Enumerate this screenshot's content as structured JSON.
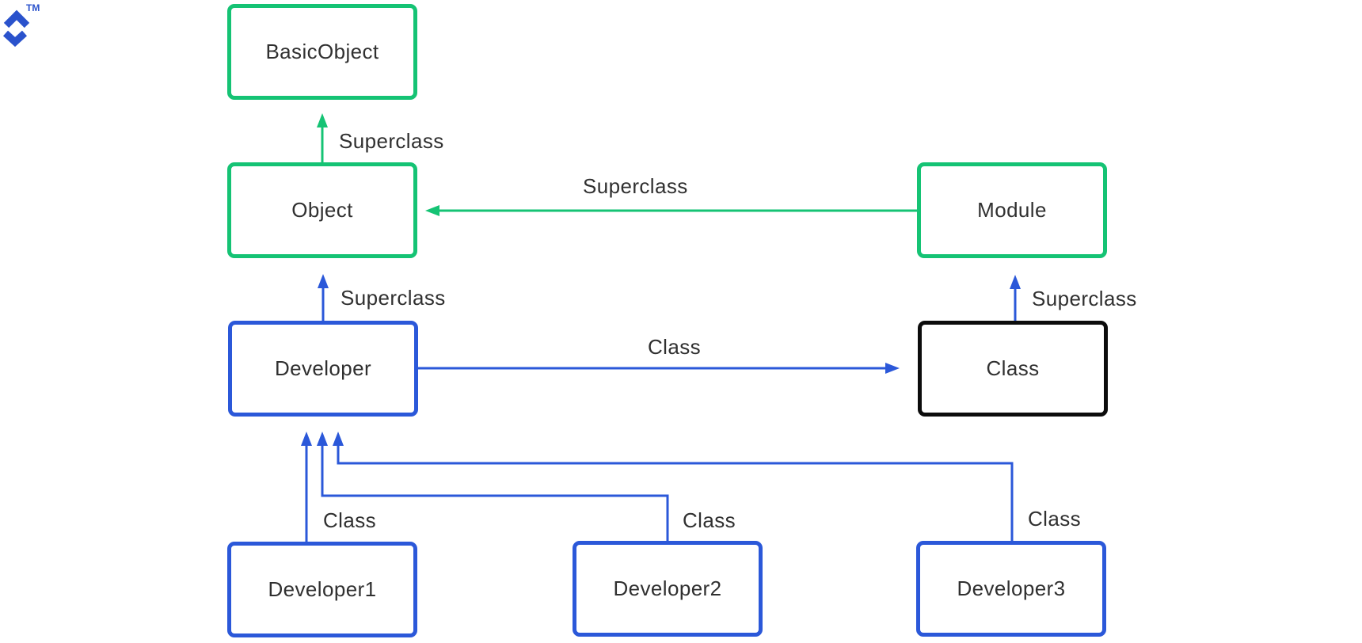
{
  "logo": {
    "brand": "Toptal",
    "tm": "TM",
    "color": "#2a52cc"
  },
  "colors": {
    "green": "#15c374",
    "blue": "#2b58d9",
    "black": "#0c0c0c",
    "text": "#303030",
    "background": "#ffffff"
  },
  "nodes": [
    {
      "id": "basicobject",
      "label": "BasicObject",
      "variant": "green"
    },
    {
      "id": "object",
      "label": "Object",
      "variant": "green"
    },
    {
      "id": "module",
      "label": "Module",
      "variant": "green"
    },
    {
      "id": "developer",
      "label": "Developer",
      "variant": "blue"
    },
    {
      "id": "class",
      "label": "Class",
      "variant": "black"
    },
    {
      "id": "developer1",
      "label": "Developer1",
      "variant": "blue"
    },
    {
      "id": "developer2",
      "label": "Developer2",
      "variant": "blue"
    },
    {
      "id": "developer3",
      "label": "Developer3",
      "variant": "blue"
    }
  ],
  "edges": [
    {
      "from": "object",
      "to": "basicobject",
      "label": "Superclass",
      "color": "green"
    },
    {
      "from": "module",
      "to": "object",
      "label": "Superclass",
      "color": "green"
    },
    {
      "from": "developer",
      "to": "object",
      "label": "Superclass",
      "color": "blue"
    },
    {
      "from": "class",
      "to": "module",
      "label": "Superclass",
      "color": "blue"
    },
    {
      "from": "developer",
      "to": "class",
      "label": "Class",
      "color": "blue"
    },
    {
      "from": "developer1",
      "to": "developer",
      "label": "Class",
      "color": "blue"
    },
    {
      "from": "developer2",
      "to": "developer",
      "label": "Class",
      "color": "blue"
    },
    {
      "from": "developer3",
      "to": "developer",
      "label": "Class",
      "color": "blue"
    }
  ]
}
